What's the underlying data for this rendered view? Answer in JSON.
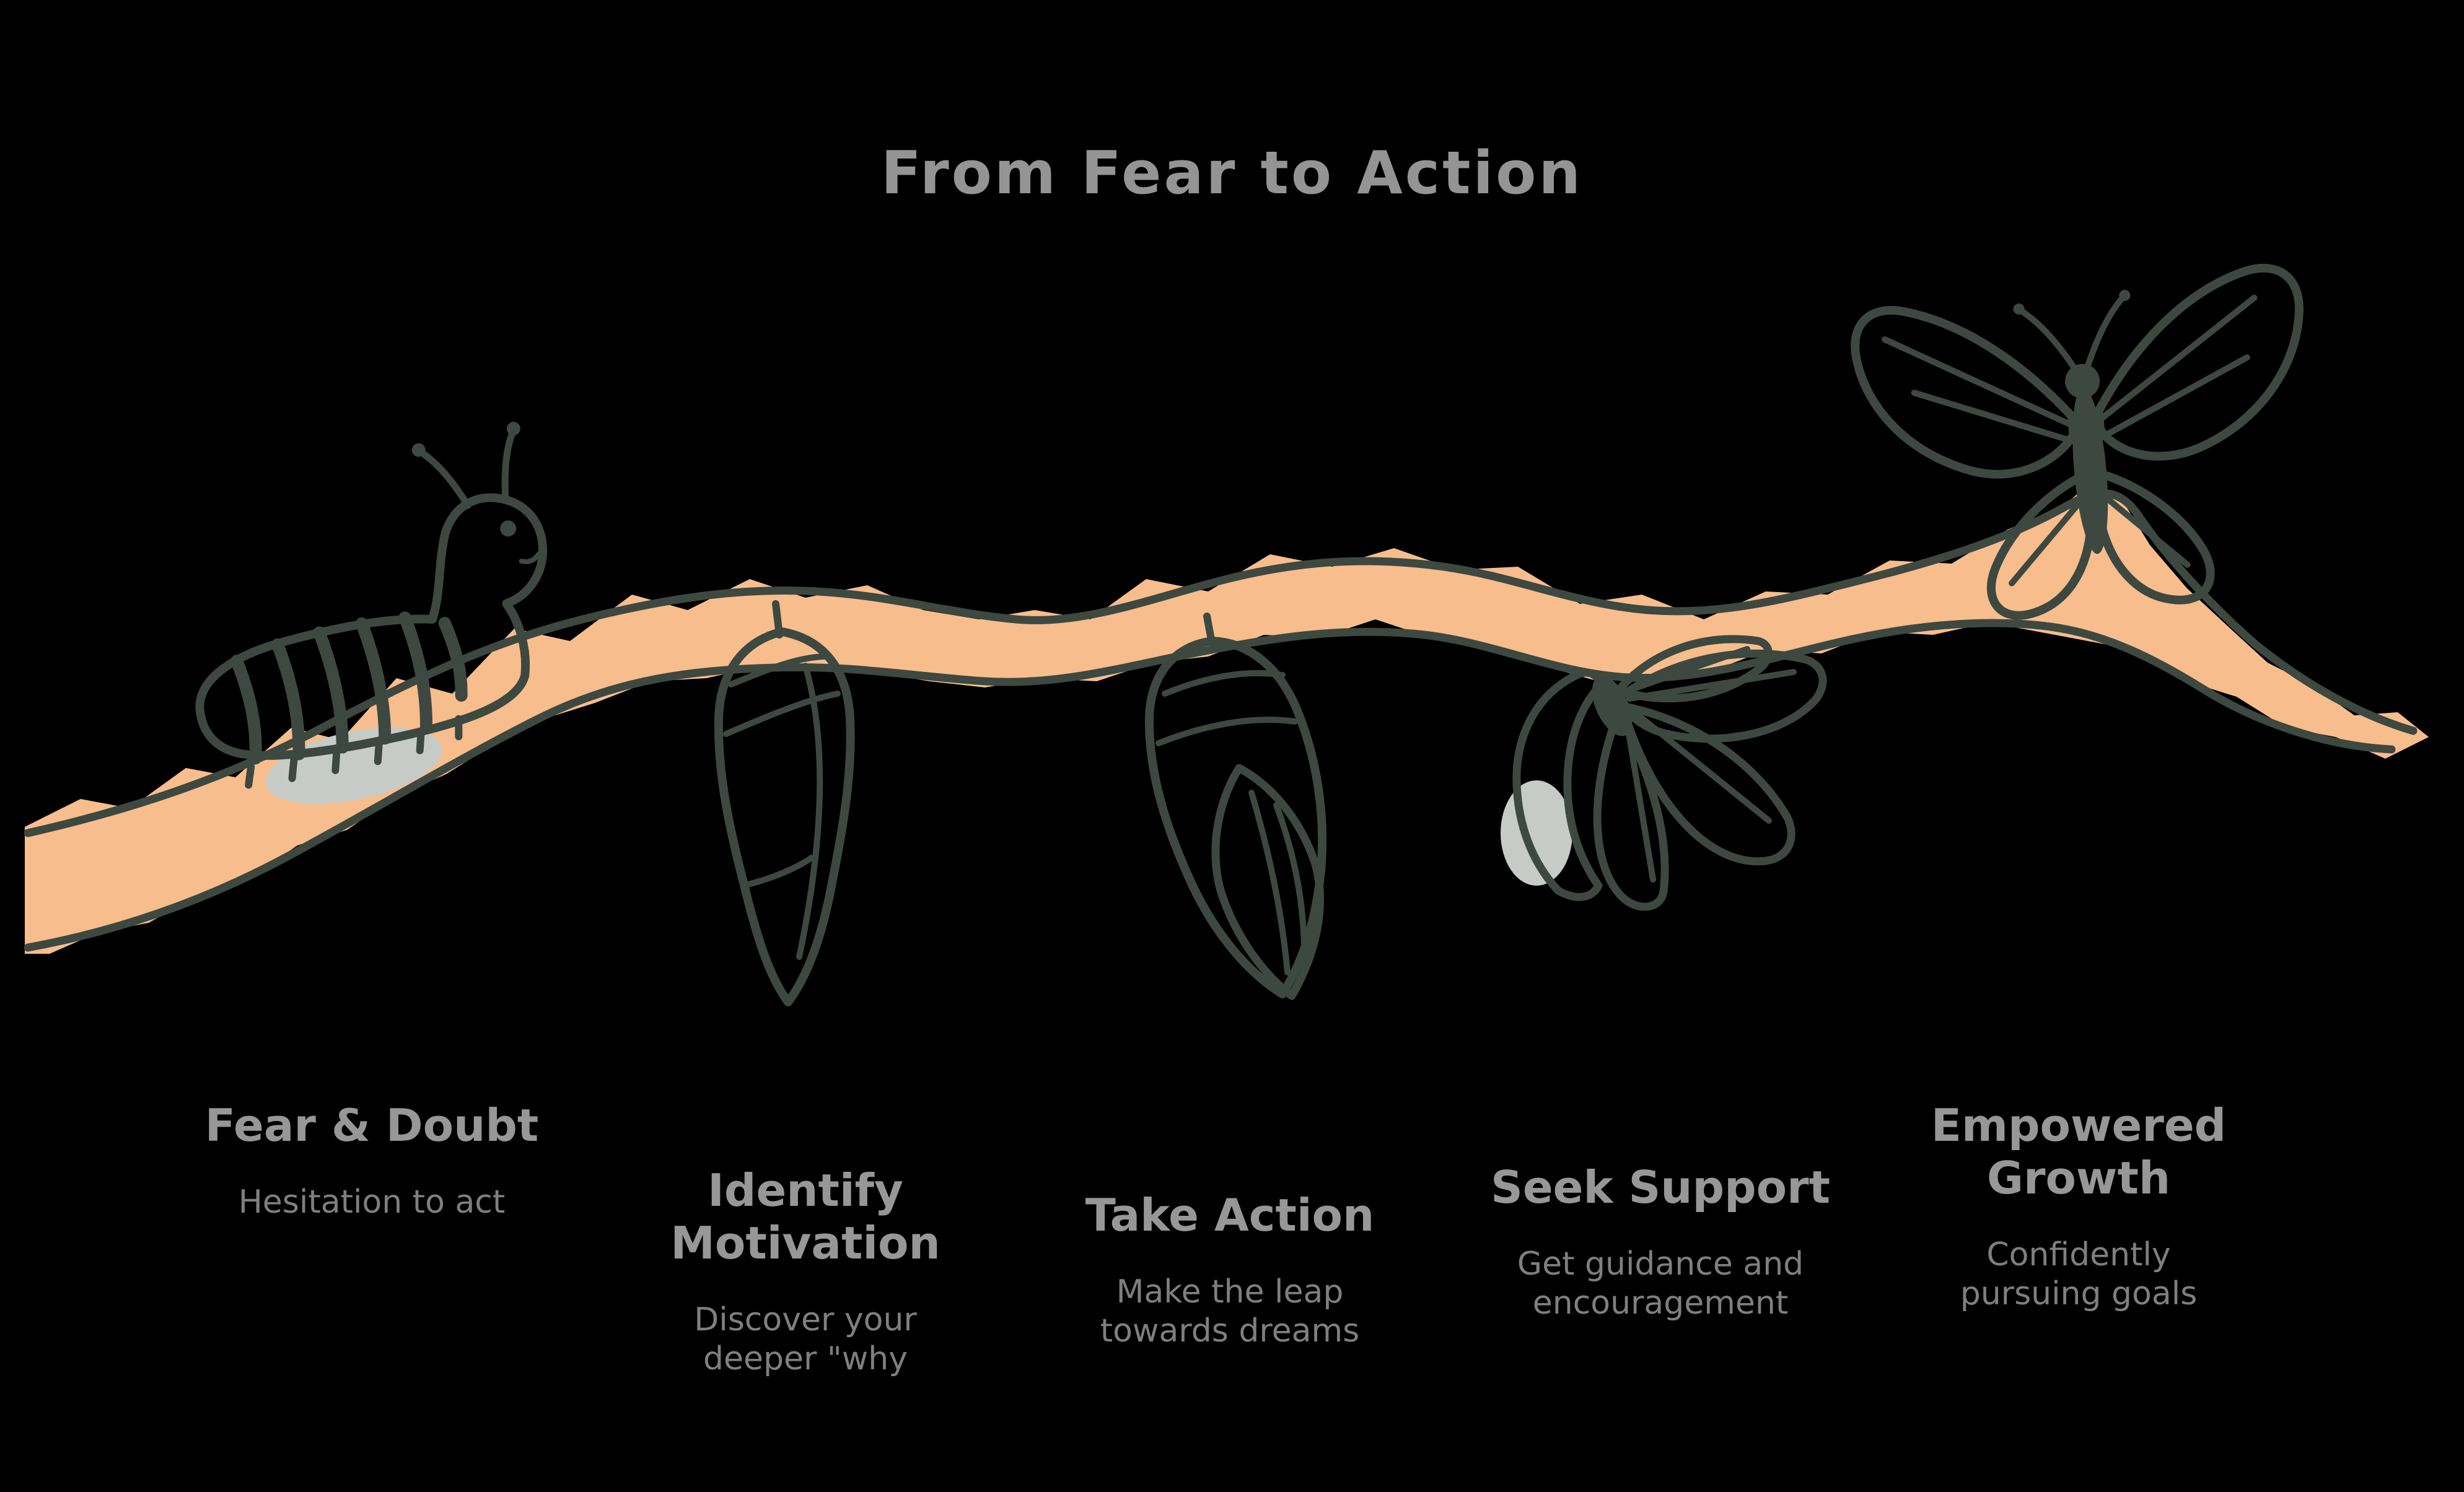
{
  "title": "From Fear to Action",
  "stages": [
    {
      "name": "caterpillar",
      "heading": "Fear & Doubt",
      "sub": "Hesitation to act"
    },
    {
      "name": "chrysalis",
      "heading": "Identify\nMotivation",
      "sub": "Discover your\ndeeper \"why"
    },
    {
      "name": "chrysalis-opening",
      "heading": "Take Action",
      "sub": "Make the leap\ntowards dreams"
    },
    {
      "name": "emerging-butterfly",
      "heading": "Seek Support",
      "sub": "Get guidance and\nencouragement"
    },
    {
      "name": "butterfly",
      "heading": "Empowered\nGrowth",
      "sub": "Confidently\npursuing goals"
    }
  ],
  "colors": {
    "background": "#000000",
    "branch_orange": "#f7bd8c",
    "leaf_green": "#bee96c",
    "butterfly_blue": "#80d8f2",
    "outline_dark": "#3d4840",
    "accent_gray": "#c7cbc7",
    "title_text": "#949494",
    "heading_text": "#979797",
    "sub_text": "#7f7f7f"
  }
}
